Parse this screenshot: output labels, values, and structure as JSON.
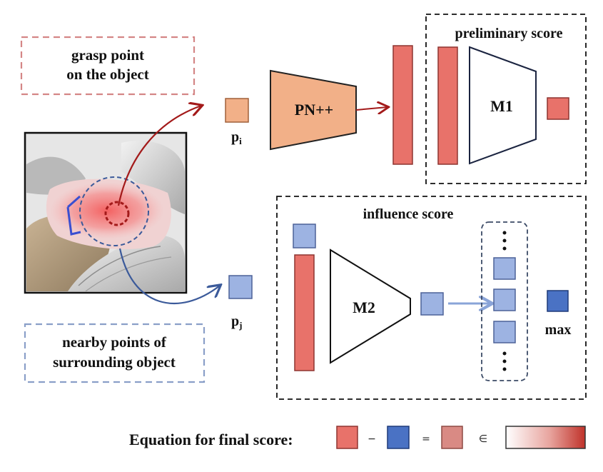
{
  "labels": {
    "grasp_point": [
      "grasp point",
      "on the object"
    ],
    "nearby_points": [
      "nearby points of",
      "surrounding object"
    ],
    "preliminary_score": "preliminary score",
    "influence_score": "influence score",
    "encoder": "PN++",
    "module1": "M1",
    "module2": "M2",
    "point_i": "p",
    "point_i_sub": "i",
    "point_j": "p",
    "point_j_sub": "j",
    "max": "max",
    "equation": "Equation for final score:",
    "minus": "−",
    "equals": "=",
    "element_of": "∈"
  },
  "colors": {
    "red_feature": "#e8726a",
    "red_border": "#8e3430",
    "orange_feature": "#f2b088",
    "orange_border": "#a0603a",
    "light_blue": "#9db3e2",
    "light_blue_border": "#4d6298",
    "dark_blue": "#4a72c4",
    "dark_blue_border": "#1e3a78",
    "final_score": "#d98a84",
    "red_arrow": "#a31a1a",
    "blue_arrow": "#3b5a9a",
    "pink_dashed": "#d48686",
    "blue_dashed": "#8a9fc8",
    "gradient_start": "#ffffff",
    "gradient_end": "#c0322a"
  }
}
